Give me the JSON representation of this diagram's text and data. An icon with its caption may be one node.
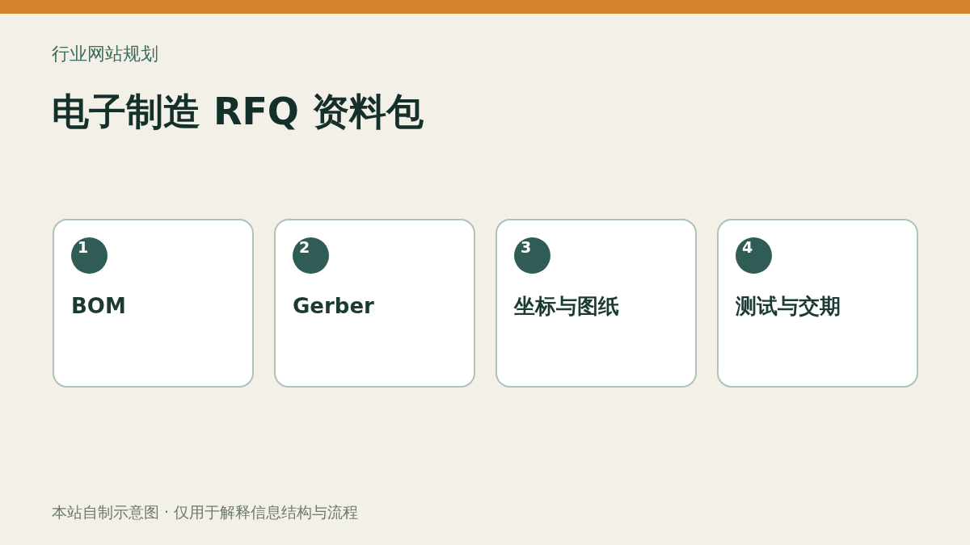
{
  "diagram": {
    "title": "电子制造 RFQ 资料包",
    "caption": "本站自制示意图 · 仅用于解释信息结构与流程",
    "nodes": [
      {
        "text": [
          "BOM"
        ]
      },
      {
        "text": [
          "1"
        ],
        "in": 0
      },
      {
        "text": [
          "Gerber"
        ]
      },
      {
        "text": [
          "2"
        ],
        "in": 2
      },
      {
        "text": [
          "坐标与图纸"
        ]
      },
      {
        "text": [
          "3"
        ],
        "in": 4
      },
      {
        "text": [
          "测试与交期"
        ]
      },
      {
        "text": [
          "4"
        ],
        "in": 6
      }
    ],
    "labels": [
      "行业网站规划"
    ]
  }
}
